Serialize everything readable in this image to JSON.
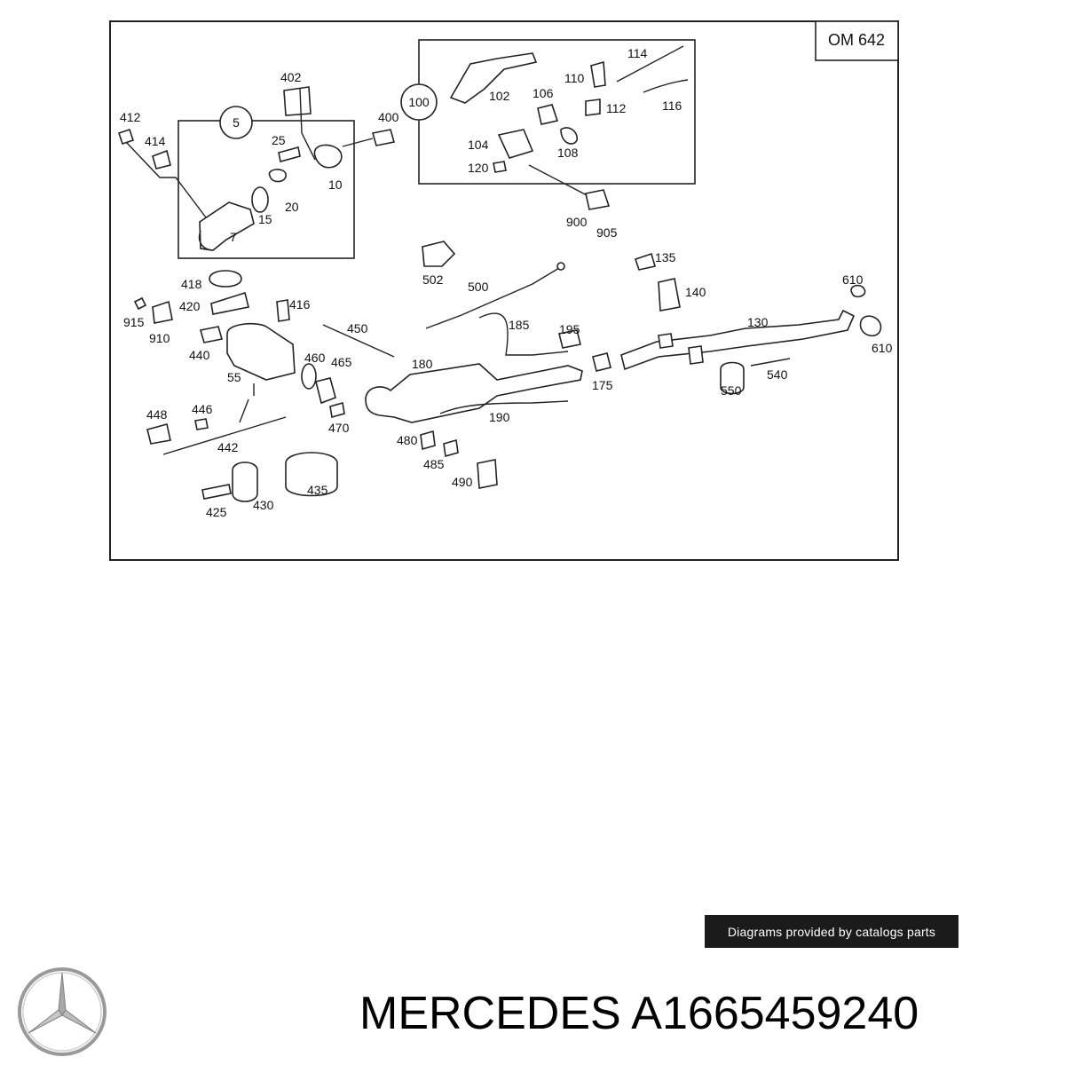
{
  "engine_code": "OM 642",
  "group_callouts": [
    "5",
    "100"
  ],
  "part_labels": [
    "412",
    "414",
    "402",
    "400",
    "25",
    "10",
    "20",
    "15",
    "7",
    "102",
    "106",
    "110",
    "114",
    "112",
    "116",
    "104",
    "108",
    "120",
    "900",
    "905",
    "502",
    "500",
    "135",
    "140",
    "610",
    "610",
    "130",
    "418",
    "420",
    "416",
    "915",
    "910",
    "440",
    "55",
    "450",
    "460",
    "465",
    "470",
    "180",
    "185",
    "195",
    "175",
    "190",
    "550",
    "540",
    "448",
    "446",
    "442",
    "480",
    "485",
    "490",
    "425",
    "430",
    "435"
  ],
  "footer": {
    "credit": "Diagrams provided by catalogs parts",
    "brand": "MERCEDES",
    "part_number": "A1665459240"
  },
  "logo_icon": "mercedes-star-icon"
}
